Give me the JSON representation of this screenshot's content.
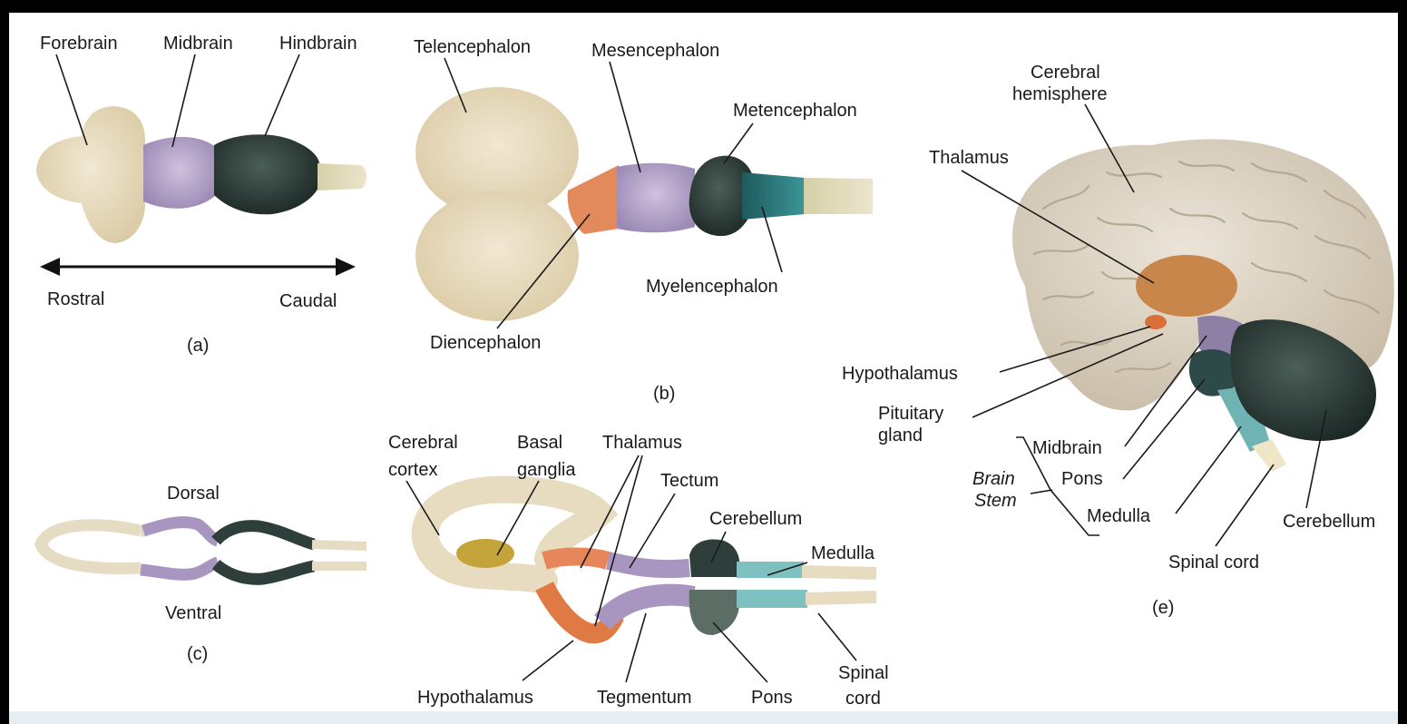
{
  "panels": {
    "a": {
      "caption": "(a)",
      "labels": {
        "forebrain": "Forebrain",
        "midbrain": "Midbrain",
        "hindbrain": "Hindbrain",
        "rostral": "Rostral",
        "caudal": "Caudal"
      }
    },
    "b": {
      "caption": "(b)",
      "labels": {
        "telencephalon": "Telencephalon",
        "mesencephalon": "Mesencephalon",
        "metencephalon": "Metencephalon",
        "myelencephalon": "Myelencephalon",
        "diencephalon": "Diencephalon"
      }
    },
    "c": {
      "caption": "(c)",
      "labels": {
        "dorsal": "Dorsal",
        "ventral": "Ventral"
      }
    },
    "d": {
      "labels": {
        "cerebral_cortex_1": "Cerebral",
        "cerebral_cortex_2": "cortex",
        "basal_ganglia_1": "Basal",
        "basal_ganglia_2": "ganglia",
        "thalamus": "Thalamus",
        "tectum": "Tectum",
        "cerebellum": "Cerebellum",
        "medulla": "Medulla",
        "hypothalamus": "Hypothalamus",
        "tegmentum": "Tegmentum",
        "pons": "Pons",
        "spinal_cord_1": "Spinal",
        "spinal_cord_2": "cord"
      }
    },
    "e": {
      "caption": "(e)",
      "labels": {
        "cerebral_hemisphere_1": "Cerebral",
        "cerebral_hemisphere_2": "hemisphere",
        "thalamus": "Thalamus",
        "hypothalamus": "Hypothalamus",
        "pituitary_1": "Pituitary",
        "pituitary_2": "gland",
        "midbrain": "Midbrain",
        "pons": "Pons",
        "medulla": "Medulla",
        "brain_stem_1": "Brain",
        "brain_stem_2": "Stem",
        "cerebellum": "Cerebellum",
        "spinal_cord": "Spinal cord"
      }
    }
  },
  "colors": {
    "background": "#ffffff",
    "forebrain": "#e8dcbf",
    "midbrain": "#b8a8cc",
    "hindbrain": "#2e3f3b",
    "diencephalon": "#e38a5c",
    "myelencephalon": "#2b7f80",
    "medulla": "#7fc0c0",
    "cord": "#e9e1c7",
    "basal_ganglia": "#c2a23a",
    "thalamus_e": "#c9864b",
    "cortex_e": "#dfd6c7"
  }
}
